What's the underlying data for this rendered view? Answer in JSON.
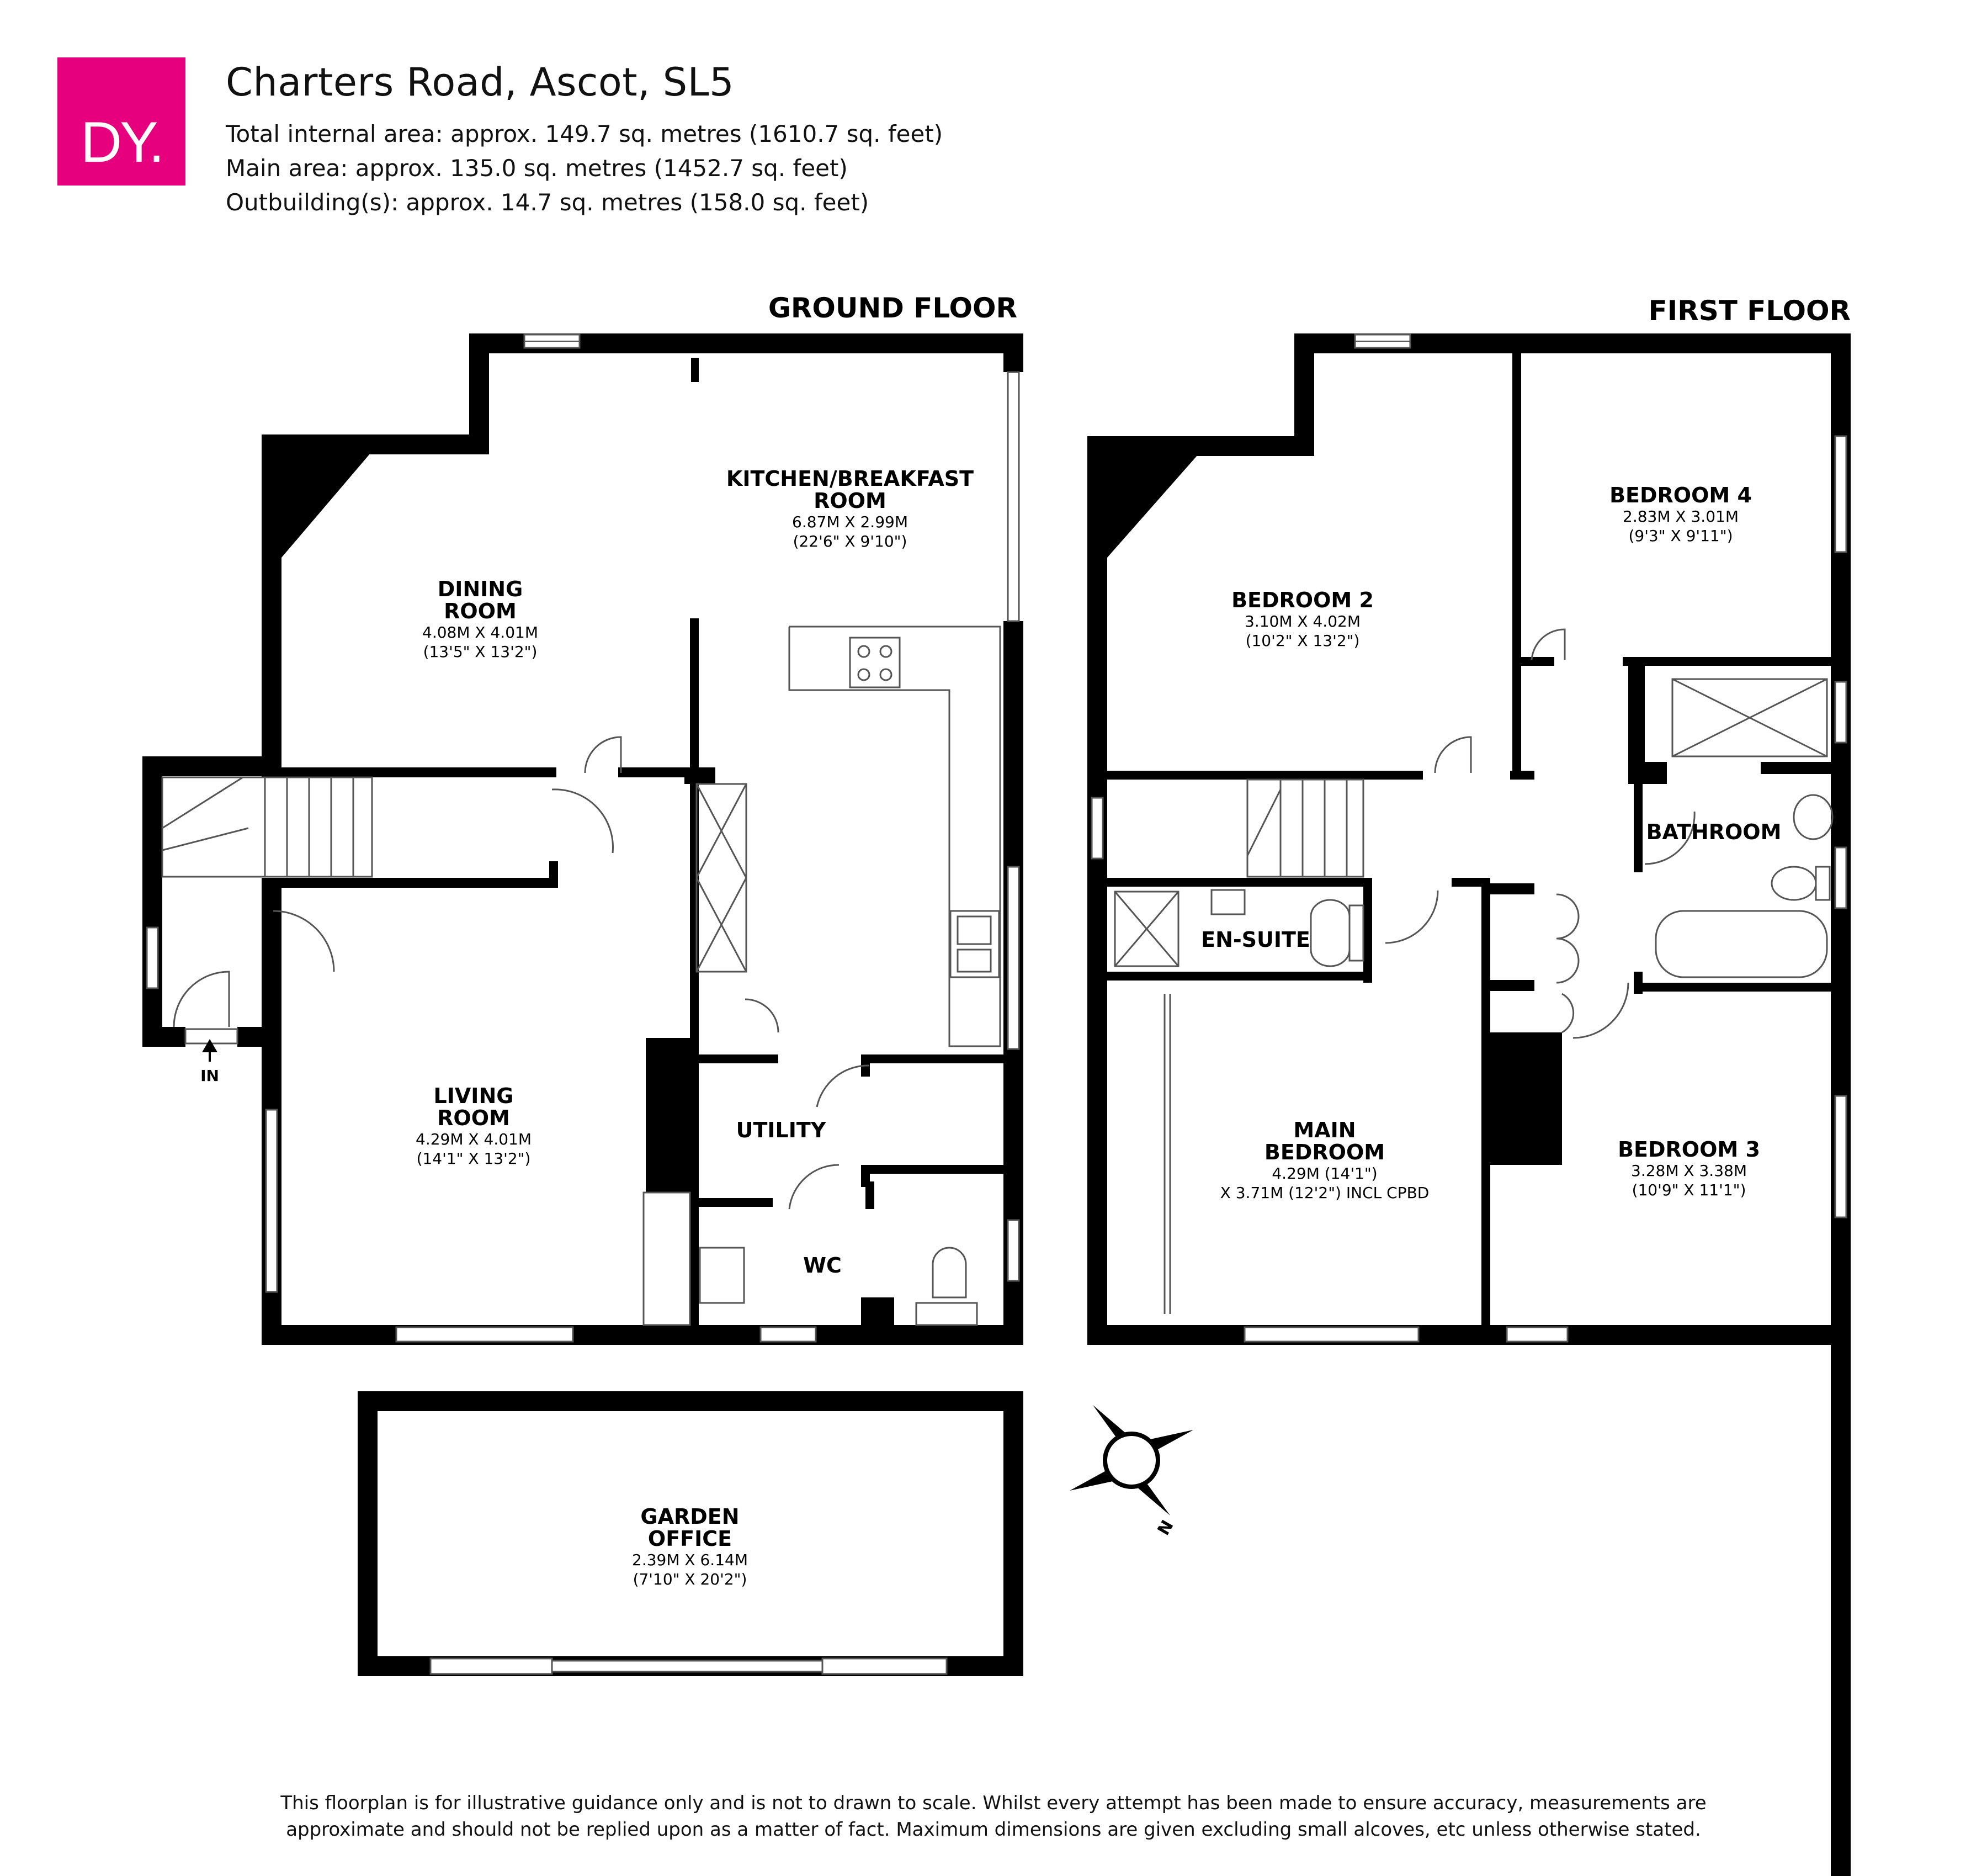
{
  "brand": {
    "logo_text": "DY.",
    "color": "#e6007e"
  },
  "header": {
    "title": "Charters Road, Ascot, SL5",
    "total_area": "Total internal area: approx. 149.7 sq. metres (1610.7 sq. feet)",
    "main_area": "Main area: approx. 135.0 sq. metres (1452.7 sq. feet)",
    "outbuilding_area": "Outbuilding(s): approx. 14.7 sq. metres (158.0 sq. feet)"
  },
  "ground_floor": {
    "title": "GROUND FLOOR",
    "entrance": "IN",
    "kitchen": {
      "name1": "KITCHEN/BREAKFAST",
      "name2": "ROOM",
      "dim_m": "6.87M X 2.99M",
      "dim_ft": "(22'6\" X 9'10\")"
    },
    "dining": {
      "name1": "DINING",
      "name2": "ROOM",
      "dim_m": "4.08M X 4.01M",
      "dim_ft": "(13'5\" X 13'2\")"
    },
    "living": {
      "name1": "LIVING",
      "name2": "ROOM",
      "dim_m": "4.29M X 4.01M",
      "dim_ft": "(14'1\" X 13'2\")"
    },
    "utility": {
      "name": "UTILITY"
    },
    "wc": {
      "name": "WC"
    }
  },
  "first_floor": {
    "title": "FIRST FLOOR",
    "bedroom2": {
      "name": "BEDROOM 2",
      "dim_m": "3.10M X 4.02M",
      "dim_ft": "(10'2\" X 13'2\")"
    },
    "bedroom4": {
      "name": "BEDROOM 4",
      "dim_m": "2.83M X 3.01M",
      "dim_ft": "(9'3\" X 9'11\")"
    },
    "bathroom": {
      "name": "BATHROOM"
    },
    "ensuite": {
      "name": "EN-SUITE"
    },
    "main_bedroom": {
      "name1": "MAIN",
      "name2": "BEDROOM",
      "dim1": "4.29M (14'1\")",
      "dim2": "X 3.71M (12'2\") INCL CPBD"
    },
    "bedroom3": {
      "name": "BEDROOM 3",
      "dim_m": "3.28M X 3.38M",
      "dim_ft": "(10'9\" X 11'1\")"
    }
  },
  "outbuilding": {
    "garden_office": {
      "name1": "GARDEN",
      "name2": "OFFICE",
      "dim_m": "2.39M X 6.14M",
      "dim_ft": "(7'10\" X 20'2\")"
    }
  },
  "compass": {
    "north_label": "N"
  },
  "disclaimer": {
    "line1": "This floorplan is for illustrative guidance only and is not to drawn to scale. Whilst every attempt has been made to ensure accuracy, measurements are",
    "line2": "approximate and should not be replied upon as a matter of fact. Maximum dimensions are given excluding small alcoves, etc unless otherwise stated."
  },
  "colors": {
    "wall": "#000000",
    "line": "#555555"
  }
}
